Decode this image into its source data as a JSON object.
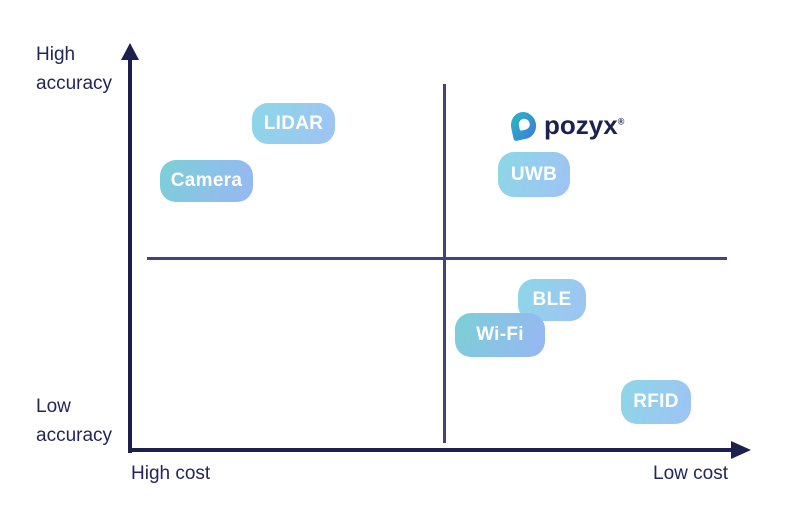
{
  "colors": {
    "axis_line": "#1c204d",
    "quadrant_line": "#3f4579",
    "axis_label_text": "#23265a",
    "pill_text": "#ffffff",
    "pill_gradient_teal": [
      "#7ccfd7",
      "#98b7f3"
    ],
    "pill_gradient_cyan": [
      "#8dd7e7",
      "#9fc3f4"
    ],
    "logo_text": "#1b2150",
    "logo_pin_gradient": [
      "#27b5c6",
      "#3e7edb"
    ]
  },
  "axis_labels": {
    "y_top_line1": "High",
    "y_top_line2": "accuracy",
    "y_bottom_line1": "Low",
    "y_bottom_line2": "accuracy",
    "x_left": "High cost",
    "x_right": "Low cost"
  },
  "logo": {
    "text": "pozyx",
    "registered_mark": "®"
  },
  "pills": [
    {
      "label": "LIDAR"
    },
    {
      "label": "Camera"
    },
    {
      "label": "UWB"
    },
    {
      "label": "BLE"
    },
    {
      "label": "Wi-Fi"
    },
    {
      "label": "RFID"
    }
  ],
  "chart_data": {
    "type": "scatter",
    "title": "",
    "x_axis": {
      "label_left": "High cost",
      "label_right": "Low cost",
      "range": [
        0,
        1
      ],
      "arrow": "right"
    },
    "y_axis": {
      "label_bottom": "Low accuracy",
      "label_top": "High accuracy",
      "range": [
        0,
        1
      ],
      "arrow": "up"
    },
    "quadrant_divider_x": 0.51,
    "quadrant_divider_y": 0.47,
    "grid": false,
    "legend": false,
    "points": [
      {
        "label": "LIDAR",
        "x": 0.26,
        "y": 0.81,
        "quadrant": "high cost / high accuracy"
      },
      {
        "label": "Camera",
        "x": 0.12,
        "y": 0.66,
        "quadrant": "high cost / high accuracy"
      },
      {
        "label": "UWB",
        "x": 0.65,
        "y": 0.68,
        "quadrant": "low cost / high accuracy"
      },
      {
        "label": "BLE",
        "x": 0.68,
        "y": 0.37,
        "quadrant": "low cost / low accuracy"
      },
      {
        "label": "Wi-Fi",
        "x": 0.6,
        "y": 0.28,
        "quadrant": "low cost / low accuracy"
      },
      {
        "label": "RFID",
        "x": 0.85,
        "y": 0.12,
        "quadrant": "low cost / low accuracy"
      }
    ],
    "annotations": [
      {
        "text": "pozyx",
        "type": "brand-logo",
        "x": 0.71,
        "y": 0.8
      }
    ]
  }
}
